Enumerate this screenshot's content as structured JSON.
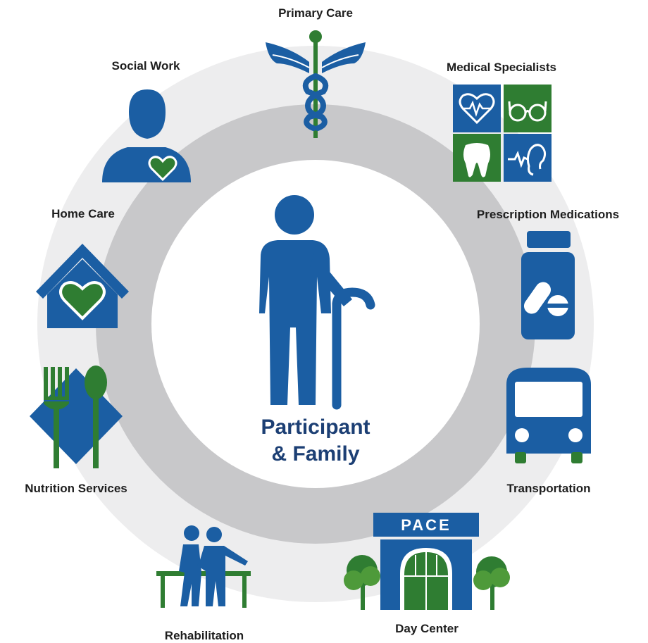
{
  "center": {
    "line1": "Participant",
    "line2": "& Family"
  },
  "services": [
    {
      "id": "primary-care",
      "label": "Primary Care",
      "icon": "caduceus-icon"
    },
    {
      "id": "medical-specialists",
      "label": "Medical Specialists",
      "icon": "specialists-grid-icon"
    },
    {
      "id": "prescription-medications",
      "label": "Prescription Medications",
      "icon": "pill-bottle-icon"
    },
    {
      "id": "transportation",
      "label": "Transportation",
      "icon": "bus-icon"
    },
    {
      "id": "day-center",
      "label": "Day Center",
      "icon": "pace-building-icon",
      "sign": "PACE"
    },
    {
      "id": "rehabilitation",
      "label": "Rehabilitation",
      "icon": "rehab-people-icon"
    },
    {
      "id": "nutrition-services",
      "label": "Nutrition Services",
      "icon": "fork-spoon-icon"
    },
    {
      "id": "home-care",
      "label": "Home Care",
      "icon": "house-heart-icon"
    },
    {
      "id": "social-work",
      "label": "Social Work",
      "icon": "person-heart-icon"
    }
  ],
  "colors": {
    "blue": "#1b5ea3",
    "green": "#2f7d32",
    "outer_ring": "#ededee",
    "inner_ring": "#c8c8ca",
    "text": "#1e1e1e",
    "title": "#1c3f74"
  }
}
